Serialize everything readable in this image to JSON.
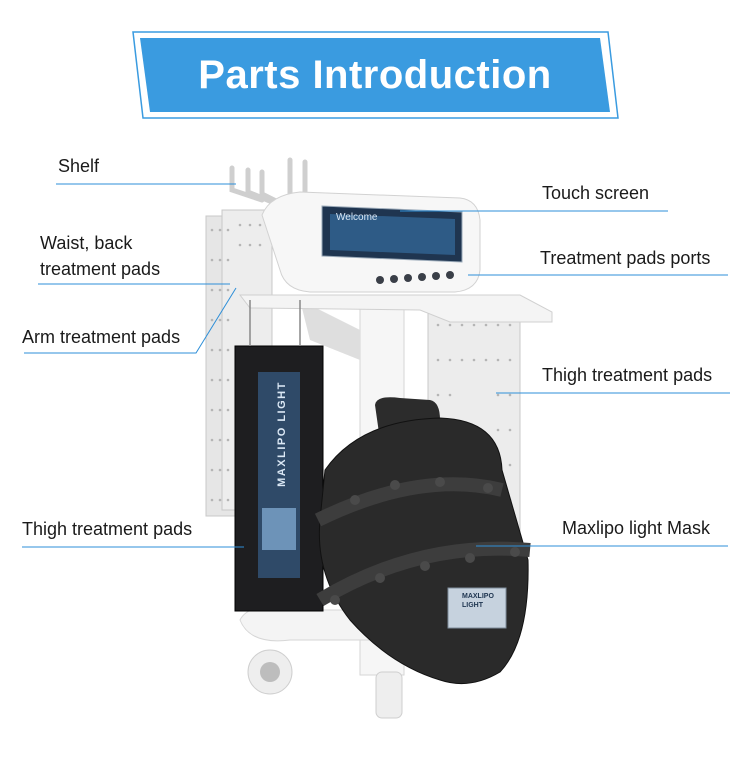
{
  "title": "Parts Introduction",
  "colors": {
    "accent": "#2e8fd8",
    "banner": "#3a9be0",
    "mask": "#2a2a2a",
    "panel": "#ececec"
  },
  "labels": {
    "shelf": "Shelf",
    "touch_screen": "Touch screen",
    "waist_back_line1": "Waist, back",
    "waist_back_line2": "treatment pads",
    "treatment_ports": "Treatment pads ports",
    "arm_pads": "Arm treatment pads",
    "thigh_pads_right": "Thigh treatment pads",
    "thigh_pads_left": "Thigh treatment pads",
    "mask": "Maxlipo light Mask"
  },
  "device": {
    "screen_text": "Welcome",
    "pad_brand": "MAXLIPO LIGHT",
    "mask_brand_line1": "MAXLIPO",
    "mask_brand_line2": "LIGHT"
  }
}
